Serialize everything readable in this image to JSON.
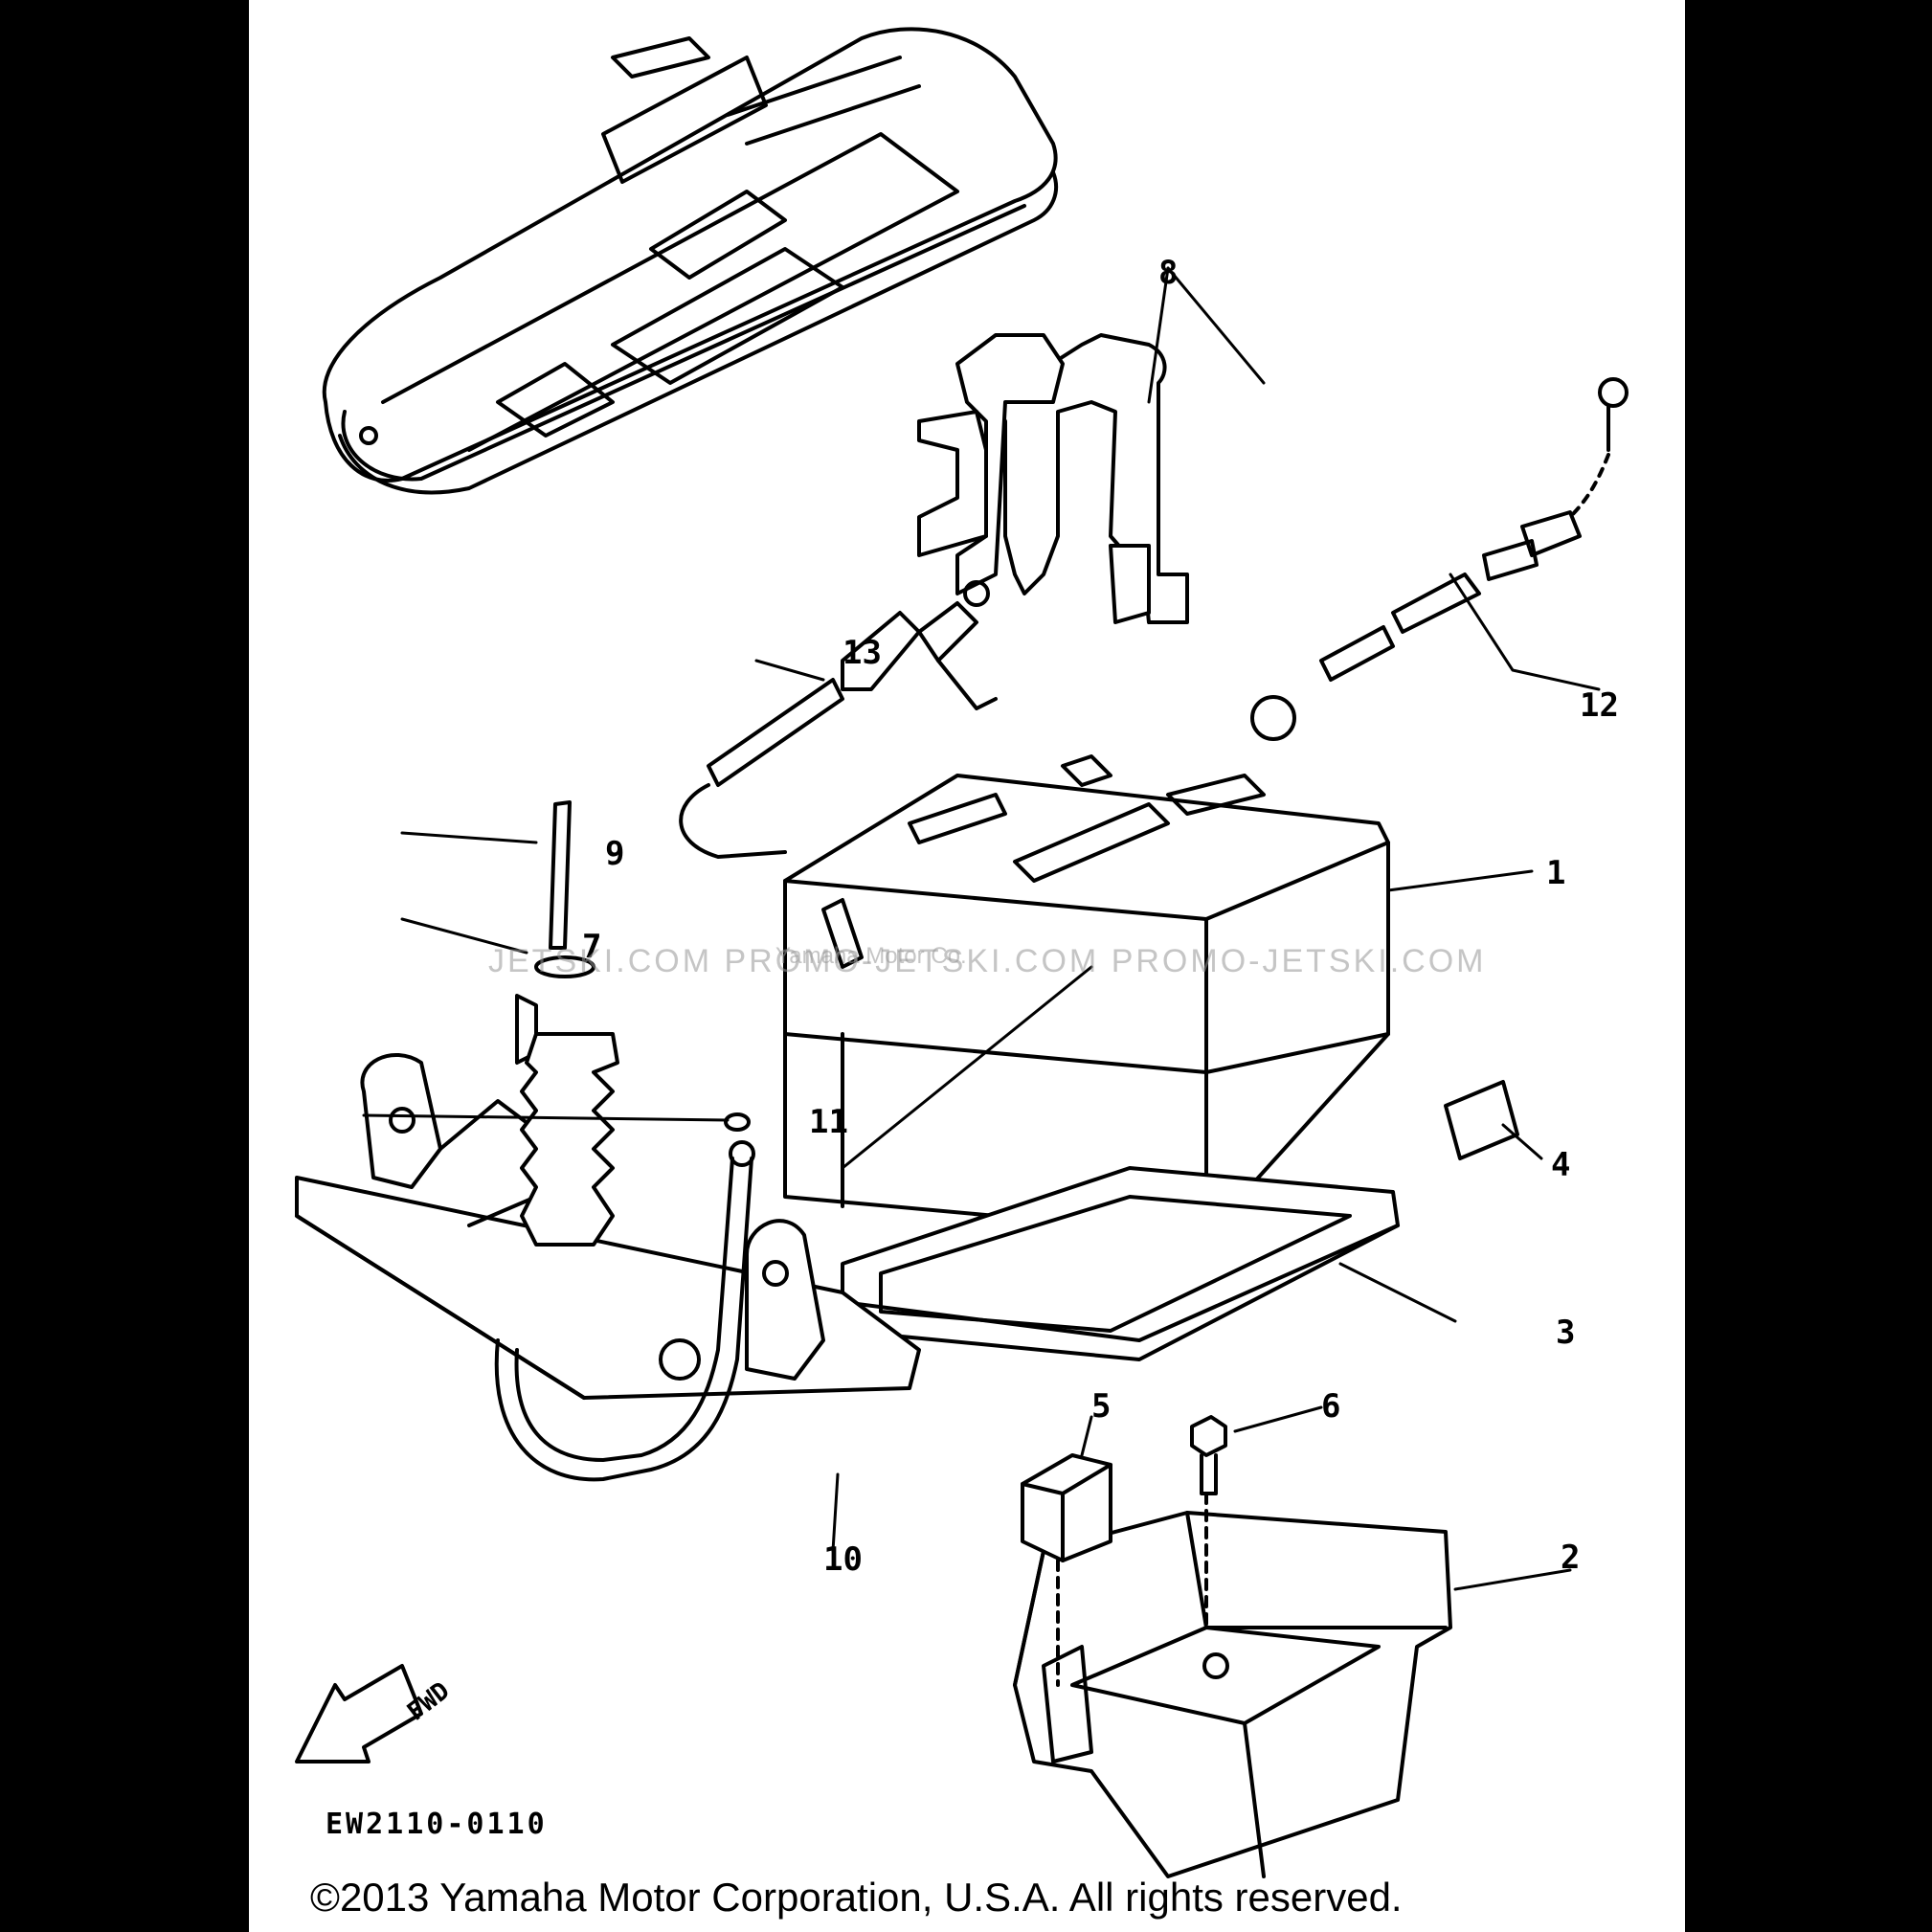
{
  "diagram": {
    "callouts": [
      {
        "id": "label-1",
        "text": "1"
      },
      {
        "id": "label-2",
        "text": "2"
      },
      {
        "id": "label-3",
        "text": "3"
      },
      {
        "id": "label-4",
        "text": "4"
      },
      {
        "id": "label-5",
        "text": "5"
      },
      {
        "id": "label-6",
        "text": "6"
      },
      {
        "id": "label-7",
        "text": "7"
      },
      {
        "id": "label-8",
        "text": "8"
      },
      {
        "id": "label-9",
        "text": "9"
      },
      {
        "id": "label-10",
        "text": "10"
      },
      {
        "id": "label-11",
        "text": "11"
      },
      {
        "id": "label-12",
        "text": "12"
      },
      {
        "id": "label-13",
        "text": "13"
      }
    ],
    "direction_label": "FWD",
    "diagram_code": "EW2110-0110",
    "copyright": "©2013 Yamaha Motor Corporation, U.S.A. All rights reserved.",
    "watermark": "JETSKI.COM  PROMO-JETSKI.COM  PROMO-JETSKI.COM",
    "watermark_small": "Yamaha Motor Co."
  }
}
